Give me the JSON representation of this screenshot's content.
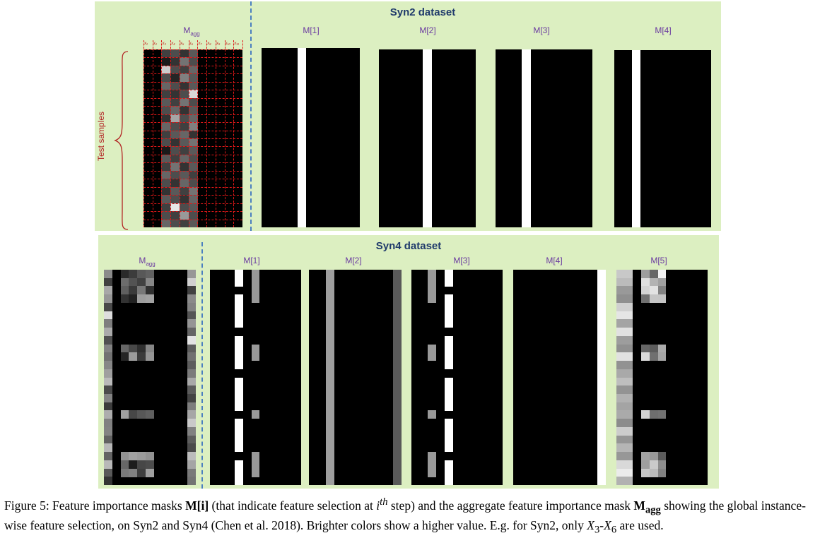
{
  "syn2": {
    "title": "Syn2 dataset",
    "magg_label": "M",
    "magg_sub": "agg",
    "side_label": "Test samples",
    "feature_labels": [
      "x₁",
      "x₂",
      "x₃",
      "x₄",
      "x₅",
      "x₆",
      "x₇",
      "x₈",
      "x₉",
      "x₁₀",
      "x₁₁"
    ],
    "mask_labels": [
      "M[1]",
      "M[2]",
      "M[3]",
      "M[4]"
    ],
    "magg_grid": [
      [
        0,
        0,
        0.25,
        0.3,
        0.2,
        0.35,
        0,
        0,
        0,
        0,
        0
      ],
      [
        0,
        0,
        0.1,
        0.2,
        0.45,
        0.3,
        0,
        0,
        0,
        0,
        0
      ],
      [
        0,
        0,
        0.8,
        0.3,
        0.25,
        0.4,
        0,
        0,
        0,
        0,
        0
      ],
      [
        0,
        0,
        0.3,
        0.15,
        0.5,
        0.35,
        0,
        0,
        0,
        0,
        0
      ],
      [
        0,
        0,
        0.4,
        0.3,
        0.2,
        0.35,
        0,
        0,
        0,
        0,
        0
      ],
      [
        0,
        0,
        0.25,
        0.2,
        0.3,
        0.85,
        0,
        0,
        0,
        0,
        0
      ],
      [
        0,
        0,
        0.35,
        0.25,
        0.45,
        0.3,
        0,
        0,
        0,
        0,
        0
      ],
      [
        0,
        0,
        0.3,
        0.4,
        0.2,
        0.35,
        0,
        0,
        0,
        0,
        0
      ],
      [
        0,
        0,
        0.2,
        0.65,
        0.3,
        0.4,
        0,
        0,
        0,
        0,
        0
      ],
      [
        0,
        0,
        0.4,
        0.3,
        0.25,
        0.5,
        0,
        0,
        0,
        0,
        0
      ],
      [
        0,
        0,
        0.25,
        0.35,
        0.4,
        0.2,
        0,
        0,
        0,
        0,
        0
      ],
      [
        0,
        0,
        0.3,
        0.2,
        0.35,
        0.45,
        0,
        0,
        0,
        0,
        0
      ],
      [
        0,
        0,
        0.1,
        0.3,
        0.25,
        0.35,
        0,
        0,
        0,
        0,
        0
      ],
      [
        0,
        0,
        0.35,
        0.25,
        0.4,
        0.3,
        0,
        0,
        0,
        0,
        0
      ],
      [
        0,
        0,
        0.25,
        0.45,
        0.2,
        0.35,
        0,
        0,
        0,
        0,
        0
      ],
      [
        0,
        0,
        0.4,
        0.3,
        0.35,
        0.25,
        0,
        0,
        0,
        0,
        0
      ],
      [
        0,
        0,
        0.3,
        0.2,
        0.4,
        0.3,
        0,
        0,
        0,
        0,
        0
      ],
      [
        0,
        0,
        0.2,
        0.35,
        0.25,
        0.45,
        0,
        0,
        0,
        0,
        0
      ],
      [
        0,
        0,
        0.35,
        0.3,
        0.2,
        0.4,
        0,
        0,
        0,
        0,
        0
      ],
      [
        0,
        0,
        0.25,
        0.9,
        0.3,
        0.35,
        0,
        0,
        0,
        0,
        0
      ],
      [
        0,
        0,
        0.3,
        0.25,
        0.6,
        0.3,
        0,
        0,
        0,
        0,
        0
      ],
      [
        0,
        0,
        0.4,
        0.3,
        0.25,
        0.35,
        0,
        0,
        0,
        0,
        0
      ]
    ],
    "masks_white_column": [
      4,
      5,
      3,
      2
    ]
  },
  "syn4": {
    "title": "Syn4 dataset",
    "magg_label": "M",
    "magg_sub": "agg",
    "mask_labels": [
      "M[1]",
      "M[2]",
      "M[3]",
      "M[4]",
      "M[5]"
    ]
  },
  "caption": {
    "lead": "Figure 5: Feature importance masks ",
    "m_i": "M[i]",
    "mid1": " (that indicate feature selection at ",
    "ith": "i",
    "ith_sup": "th",
    "mid2": " step) and the aggregate feature importance mask ",
    "m_agg": "M",
    "m_agg_sub": "agg",
    "rest": " showing the global instance-wise feature selection, on Syn2 and Syn4 (Chen et al. 2018). Brighter colors show a higher value. E.g. for Syn2, only ",
    "x3": "X",
    "x3_sub": "3",
    "dash": "-",
    "x6": "X",
    "x6_sub": "6",
    "end": " are used."
  }
}
